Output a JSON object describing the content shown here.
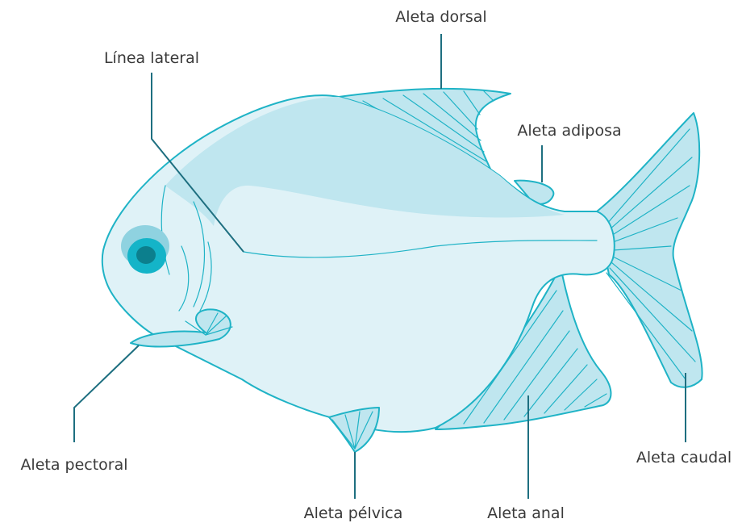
{
  "diagram": {
    "labels": {
      "dorsal": "Aleta dorsal",
      "lateral": "Línea lateral",
      "adipose": "Aleta adiposa",
      "pectoral": "Aleta pectoral",
      "caudal": "Aleta caudal",
      "pelvic": "Aleta pélvica",
      "anal": "Aleta anal"
    },
    "colors": {
      "body_fill": "#dff2f7",
      "fin_fill": "#bfe6ef",
      "outline": "#1fb3c6",
      "leader": "#1e6f80",
      "eye": "#14b4c8",
      "text": "#3a3a3a"
    }
  }
}
